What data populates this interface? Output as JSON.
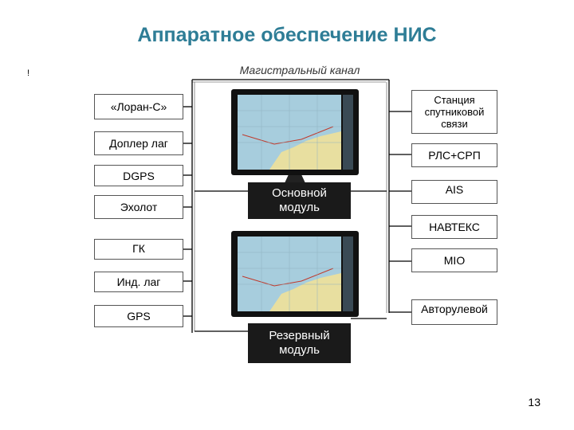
{
  "title": "Аппаратное обеспечение НИС",
  "mark": "!",
  "bus_label": "Магистральный канал",
  "left_devices": [
    {
      "label": "«Лоран-С»"
    },
    {
      "label": "Доплер лаг"
    },
    {
      "label": "DGPS"
    },
    {
      "label": "Эхолот"
    },
    {
      "label": "ГК"
    },
    {
      "label": "Инд. лаг"
    },
    {
      "label": "GPS"
    }
  ],
  "right_devices": [
    {
      "label": "Станция спутниковой связи"
    },
    {
      "label": "РЛС+СРП"
    },
    {
      "label": "AIS"
    },
    {
      "label": "НАВТЕКС"
    },
    {
      "label": "MIO"
    },
    {
      "label": "Авторулевой"
    }
  ],
  "main_module": {
    "label_line1": "Основной",
    "label_line2": "модуль"
  },
  "backup_module": {
    "label_line1": "Резервный",
    "label_line2": "модуль"
  },
  "page_number": "13",
  "colors": {
    "title": "#2e7d96",
    "module_bg": "#1a1a1a",
    "monitor": "#111111",
    "chart_sea": "#9fc5d6",
    "chart_land": "#e8dfa0"
  },
  "icons": [
    "monitor-icon",
    "monitor-icon"
  ]
}
